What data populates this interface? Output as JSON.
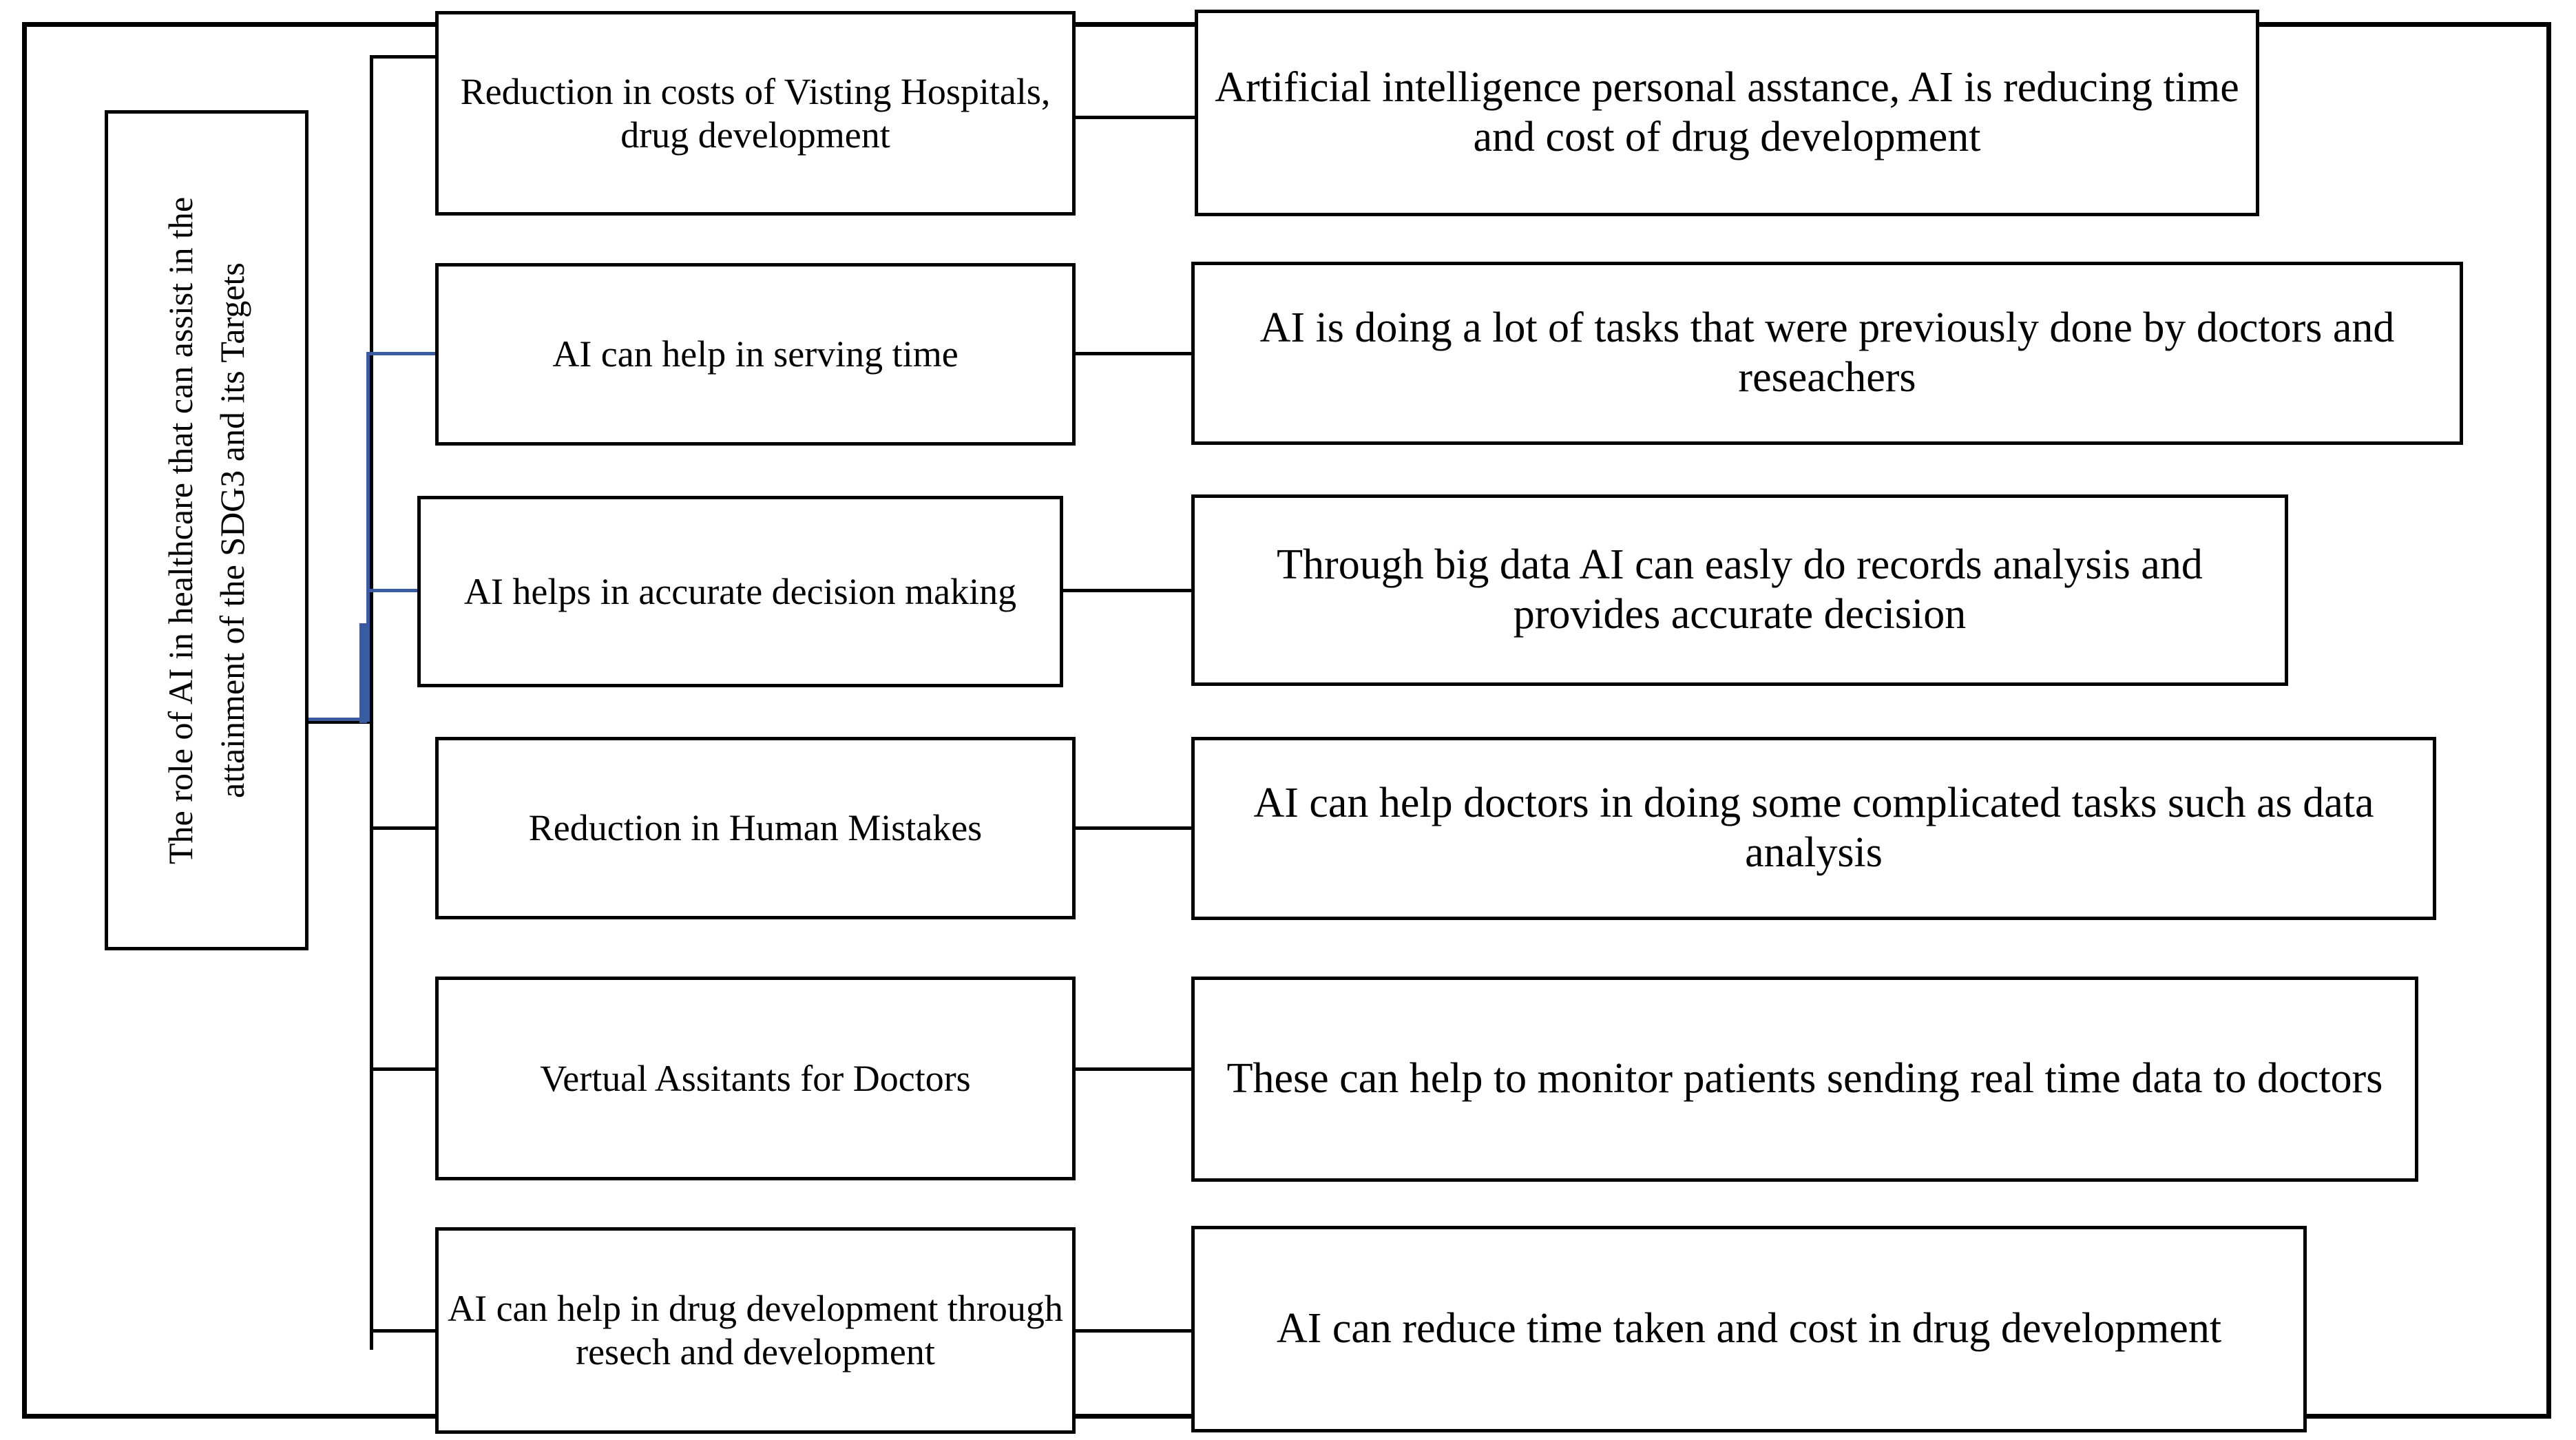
{
  "diagram": {
    "title": "The role of AI in healthcare that can assist in the attainment of the SDG3 and its Targets",
    "type": "hierarchy-tree",
    "root": {
      "label": "The role of AI in healthcare that can assist in the attainment of the SDG3 and its Targets",
      "orientation": "vertical-bottom-to-top"
    },
    "colors": {
      "line_black": "#000000",
      "line_blue": "#3A5BA0",
      "box_border": "#000000",
      "box_fill": "#FFFFFF",
      "text": "#000000"
    },
    "branches": [
      {
        "index": 1,
        "factor": "Reduction in costs of Visting Hospitals, drug development",
        "detail": "Artificial intelligence personal asstance, AI is reducing time and cost of drug development",
        "connector_color": "#000000"
      },
      {
        "index": 2,
        "factor": "AI can help in serving time",
        "detail": "AI is doing a lot of tasks that were previously done by doctors and reseachers",
        "connector_color": "#3A5BA0"
      },
      {
        "index": 3,
        "factor": "AI helps in accurate decision making",
        "detail": "Through big data AI can easly do records analysis and provides accurate decision",
        "connector_color": "#3A5BA0"
      },
      {
        "index": 4,
        "factor": "Reduction in Human Mistakes",
        "detail": "AI can help doctors in doing some complicated tasks such as data analysis",
        "connector_color": "#000000"
      },
      {
        "index": 5,
        "factor": "Vertual Assitants for Doctors",
        "detail": "These can help to monitor patients sending real time data to doctors",
        "connector_color": "#000000"
      },
      {
        "index": 6,
        "factor": "AI can help in drug development through resech and development",
        "detail": "AI can reduce time taken and cost in drug development",
        "connector_color": "#000000"
      }
    ]
  }
}
